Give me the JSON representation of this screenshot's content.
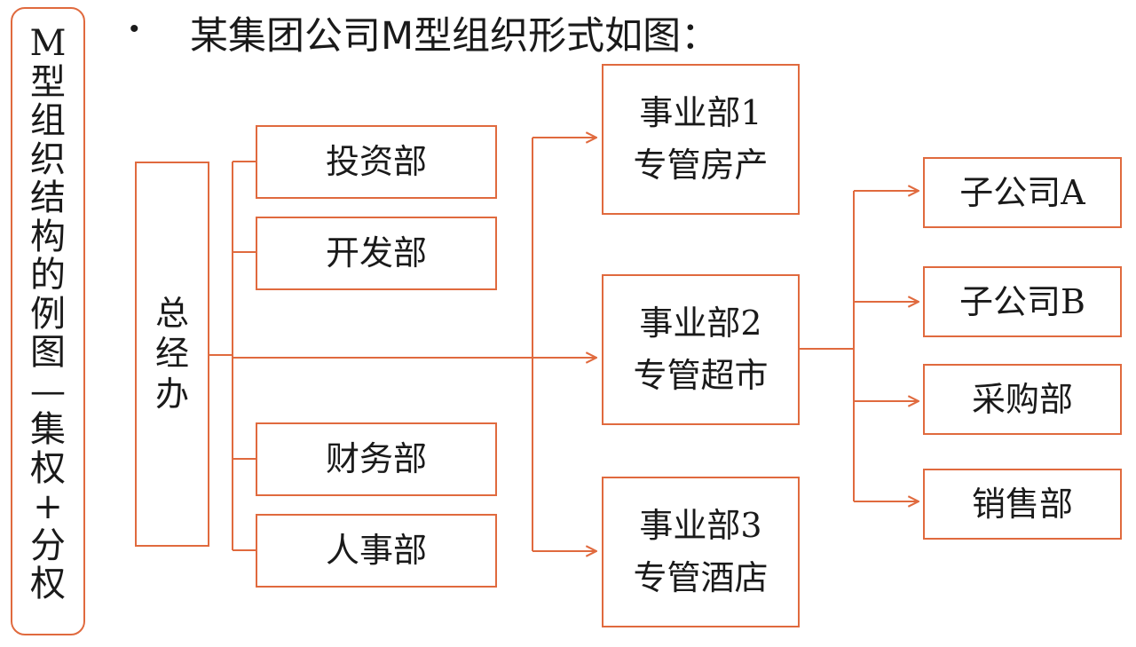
{
  "sidebar": {
    "text": "M\n型\n组\n织\n结\n构\n的\n例\n图\n—\n集\n权\n+\n分\n权"
  },
  "slide": {
    "bullet": "•",
    "title": "某集团公司M型组织形式如图："
  },
  "nodes": {
    "general_office": "总\n经\n办",
    "investment": "投资部",
    "development": "开发部",
    "finance": "财务部",
    "hr": "人事部",
    "division1": "事业部1\n专管房产",
    "division2": "事业部2\n专管超市",
    "division3": "事业部3\n专管酒店",
    "subsidiary_a": "子公司A",
    "subsidiary_b": "子公司B",
    "purchasing": "采购部",
    "sales": "销售部"
  },
  "colors": {
    "accent": "#e06a3e",
    "text": "#1a1a1a",
    "background": "#ffffff"
  }
}
